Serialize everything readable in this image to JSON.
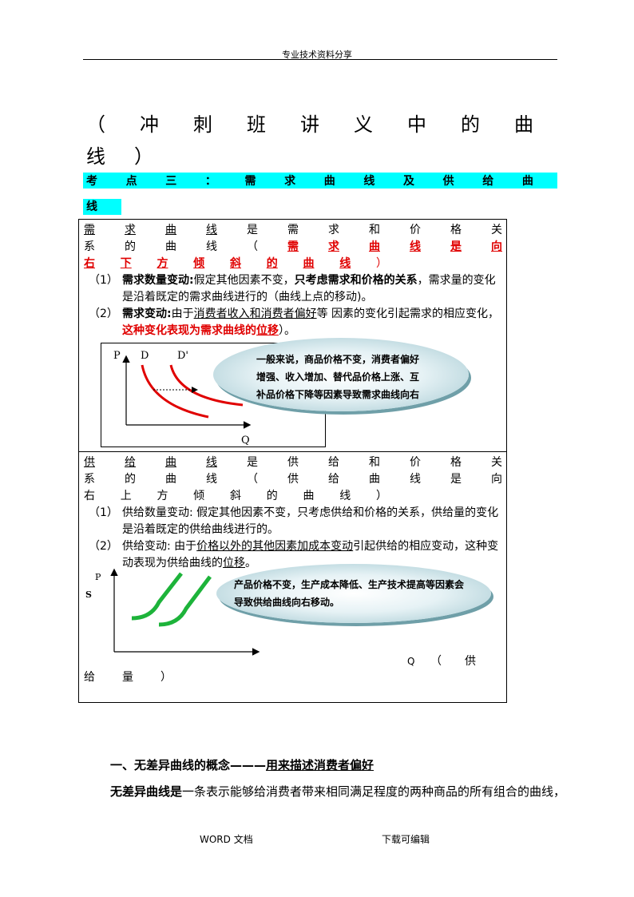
{
  "header": {
    "text": "专业技术资料分享"
  },
  "title": {
    "line1": [
      "（",
      "冲",
      "刺",
      "班",
      "讲",
      "义",
      "中",
      "的",
      "曲"
    ],
    "line2": [
      "线",
      "）"
    ]
  },
  "kaodian": {
    "line1": [
      "考",
      "点",
      "三",
      "：",
      "需",
      "求",
      "曲",
      "线",
      "及",
      "供",
      "给",
      "曲"
    ],
    "line2": "线"
  },
  "demand": {
    "head_row": [
      "需",
      "求",
      "曲",
      "线",
      "是",
      "需",
      "求",
      "和",
      "价",
      "格",
      "关"
    ],
    "row2_plain": [
      "系",
      "的",
      "曲",
      "线",
      "（"
    ],
    "row2_red": [
      "需",
      "求",
      "曲",
      "线",
      "是",
      "向"
    ],
    "row3_red": [
      "右",
      "下",
      "方",
      "倾",
      "斜",
      "的",
      "曲",
      "线"
    ],
    "row3_close": "）",
    "item1_num": "（1）",
    "item1_bold": "需求数量变动:",
    "item1_text1": "假定其他因素不变，",
    "item1_bold2": "只考虑需求和价格的关系",
    "item1_text2": "，需求量的变化",
    "item1_line2": "是沿着既定的需求曲线进行的（曲线上点的移动)。",
    "item2_num": "（2）",
    "item2_bold": "需求变动:",
    "item2_text1": "由于",
    "item2_ul": "消费者收入和消费者偏好",
    "item2_text2": "等 因素的变化引起需求的相应变化，",
    "item2_line2_red": "这种变化表现为需求曲线的",
    "item2_line2_ul": "位移",
    "item2_line2_end": "）。",
    "chart": {
      "p": "P",
      "d": "D",
      "d2": "D'",
      "q": "Q"
    },
    "bubble": [
      "一般来说，商品价格不变，消费者偏好",
      "增强、收入增加、替代品价格上涨、互",
      "补品价格下降等因素导致需求曲线向右"
    ]
  },
  "supply": {
    "head_row": [
      "供",
      "给",
      "曲",
      "线",
      "是",
      "供",
      "给",
      "和",
      "价",
      "格",
      "关"
    ],
    "row2": [
      "系",
      "的",
      "曲",
      "线",
      "（",
      "供",
      "给",
      "曲",
      "线",
      "是",
      "向"
    ],
    "row3": [
      "右",
      "上",
      "方",
      "倾",
      "斜",
      "的",
      "曲",
      "线",
      "）"
    ],
    "item1_num": "（1）",
    "item1_text": "供给数量变动: 假定其他因素不变，只考虑供给和价格的关系，供给量的变化",
    "item1_line2": "是沿着既定的供给曲线进行的。",
    "item2_num": "（2）",
    "item2_text1": "供给变动: 由于",
    "item2_ul": "价格以外的其他因素加成本变动",
    "item2_text2": "引起供给的相应变动，这种变",
    "item2_line2a": "动表现为供给曲线的",
    "item2_line2_ul": "位移",
    "item2_line2_end": "。",
    "chart": {
      "p": "P",
      "s": "S",
      "q": "Q",
      "paren": "（",
      "gong": "供"
    },
    "tail": [
      "给",
      "量",
      "）"
    ],
    "bubble": [
      "产品价格不变，生产成本降低、生产技术提高等因素会",
      "导致供给曲线向右移动。"
    ]
  },
  "section": {
    "title_a": "一、无差异曲线的概念",
    "dash": "———",
    "title_b": "用来描述消费者偏好",
    "def_bold": "无差异曲线是",
    "def_text": "一条表示能够给消费者带来相同满足程度的两种商品的所有组合的曲线，"
  },
  "footer": {
    "left": "WORD 文档",
    "right": "下载可编辑"
  },
  "colors": {
    "cyan": "#00ffff",
    "red": "#e00000",
    "green": "#1db33a"
  }
}
